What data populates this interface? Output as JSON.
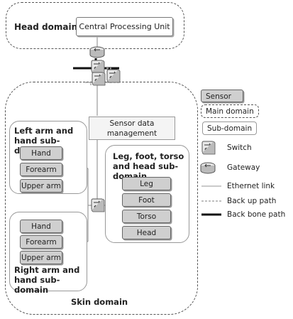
{
  "head_domain": {
    "title": "Head domain",
    "cpu": "Central Processing Unit"
  },
  "sensor_mgmt": "Sensor data management",
  "left_arm": {
    "title": "Left arm and hand sub-domain",
    "items": [
      "Hand",
      "Forearm",
      "Upper arm"
    ]
  },
  "right_arm": {
    "title": "Right arm and hand sub-domain",
    "items": [
      "Hand",
      "Forearm",
      "Upper arm"
    ]
  },
  "leg_torso": {
    "title": "Leg, foot, torso and head sub-domain",
    "items": [
      "Leg",
      "Foot",
      "Torso",
      "Head"
    ]
  },
  "skin_domain": "Skin domain",
  "legend": {
    "sensor": "Sensor",
    "main_domain": "Main domain",
    "sub_domain": "Sub-domain",
    "switch": "Switch",
    "gateway": "Gateway",
    "ethernet_link": "Ethernet link",
    "backup_path": "Back up path",
    "backbone_path": "Back bone path"
  },
  "colors": {
    "sensor_fill": "#cfcfcf",
    "backbone": "#111111",
    "backup": "#aaaaaa",
    "ethernet": "#999999"
  }
}
